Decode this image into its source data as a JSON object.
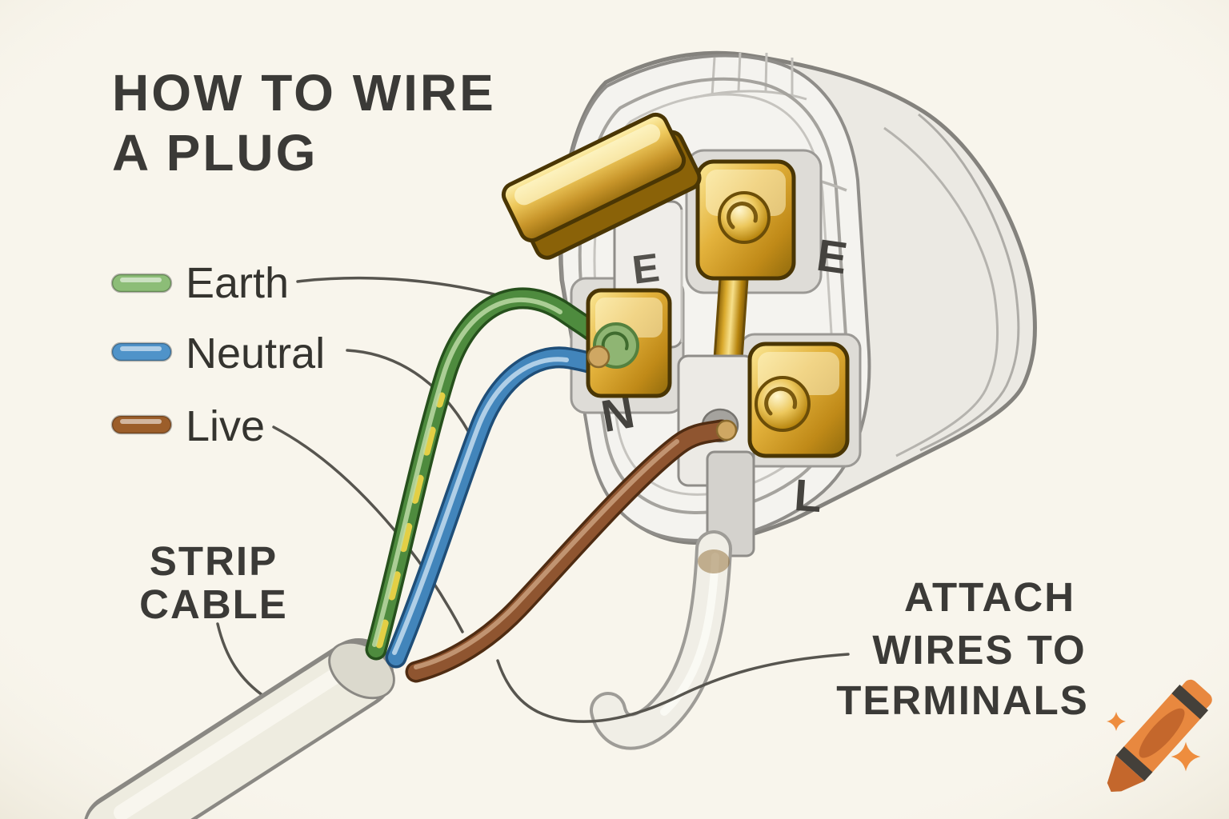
{
  "canvas": {
    "background": "#f8f5ec"
  },
  "title": {
    "line1": "HOW TO WIRE",
    "line2": "A PLUG"
  },
  "legend": {
    "items": [
      {
        "label": "Earth",
        "swatch_color": "#8cbd77"
      },
      {
        "label": "Neutral",
        "swatch_color": "#4f93c9"
      },
      {
        "label": "Live",
        "swatch_color": "#9c5e2a"
      }
    ]
  },
  "annotations": {
    "strip_cable": {
      "line1": "STRIP",
      "line2": "CABLE"
    },
    "attach_wires": {
      "line1": "ATTACH",
      "line2": "WIRES TO",
      "line3": "TERMINALS"
    }
  },
  "plug": {
    "letters": {
      "earth_carrier": "E",
      "earth_face": "E",
      "neutral": "N",
      "live": "L"
    }
  },
  "wires": {
    "earth": "#4e8b3e",
    "earth_stripe": "#e3cf45",
    "neutral": "#4285bb",
    "live": "#8f5530"
  },
  "logo": {
    "icon": "crayon-icon",
    "color": "#e8883f"
  }
}
